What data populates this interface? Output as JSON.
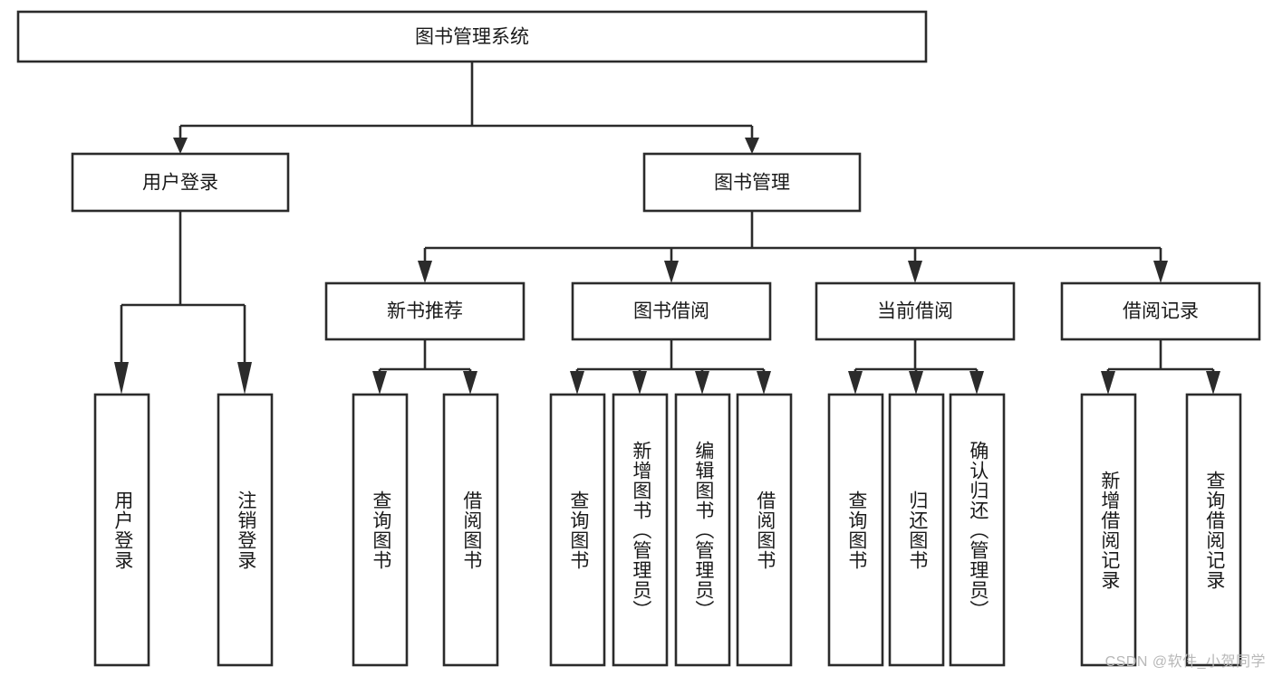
{
  "diagram": {
    "title": "图书管理系统",
    "type": "hierarchy-tree",
    "orientation": "top-down",
    "levels": 4,
    "colors": {
      "box_fill": "#ffffff",
      "box_stroke": "#2b2b2b",
      "text": "#1a1a1a",
      "background": "#ffffff",
      "watermark": "#b8b8b8"
    },
    "root": {
      "label": "图书管理系统"
    },
    "level2": [
      {
        "label": "用户登录"
      },
      {
        "label": "图书管理"
      }
    ],
    "level3": [
      {
        "label": "新书推荐"
      },
      {
        "label": "图书借阅"
      },
      {
        "label": "当前借阅"
      },
      {
        "label": "借阅记录"
      }
    ],
    "leaves": {
      "user_login": [
        {
          "label": "用户登录"
        },
        {
          "label": "注销登录"
        }
      ],
      "new_book_recommend": [
        {
          "label": "查询图书"
        },
        {
          "label": "借阅图书"
        }
      ],
      "book_borrow": [
        {
          "label": "查询图书"
        },
        {
          "label": "新增图书（管理员）"
        },
        {
          "label": "编辑图书（管理员）"
        },
        {
          "label": "借阅图书"
        }
      ],
      "current_borrow": [
        {
          "label": "查询图书"
        },
        {
          "label": "归还图书"
        },
        {
          "label": "确认归还（管理员）"
        }
      ],
      "borrow_record": [
        {
          "label": "新增借阅记录"
        },
        {
          "label": "查询借阅记录"
        }
      ]
    }
  },
  "watermark": {
    "text": "CSDN @软件_小贺同学"
  }
}
